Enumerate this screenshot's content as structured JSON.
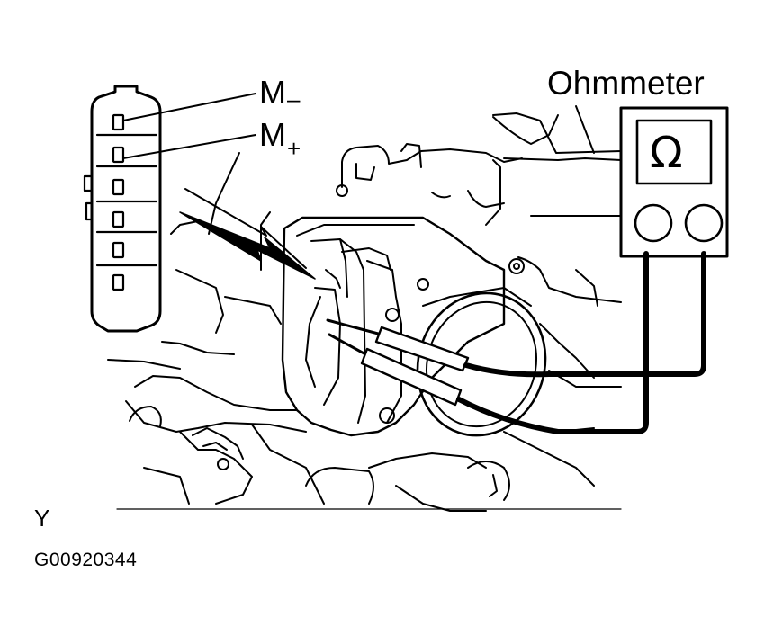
{
  "meter": {
    "label": "Ohmmeter",
    "symbol": "Ω"
  },
  "terminals": [
    {
      "letter": "M",
      "sign": "–"
    },
    {
      "letter": "M",
      "sign": "+"
    }
  ],
  "view_marker": "Y",
  "figure_code": "G00920344",
  "icons": [
    "connector-icon",
    "throttle-body-icon",
    "ohmmeter-icon",
    "probe-lead-icon"
  ]
}
